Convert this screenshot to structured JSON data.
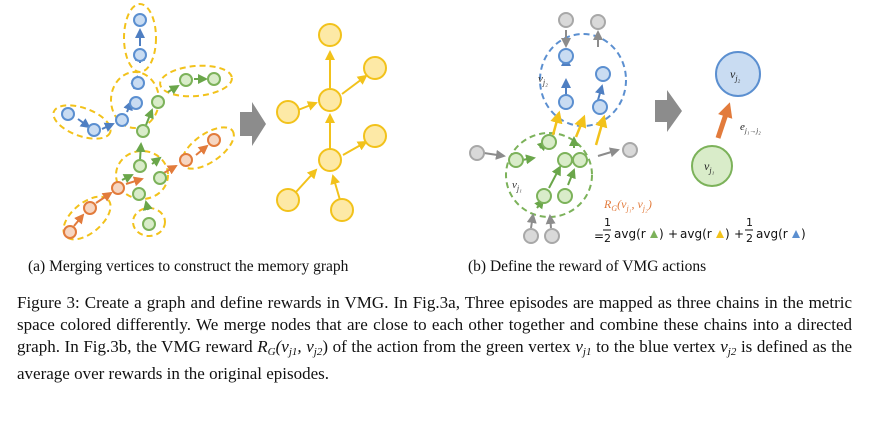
{
  "figure": {
    "panel_b": {
      "vertex_blue_label": "v",
      "vertex_blue_sub": "j₂",
      "vertex_green_label": "v",
      "vertex_green_sub": "j₁",
      "edge_label": "e",
      "edge_sub": "j₁→j₂",
      "reward_label": "R",
      "reward_label_sub": "G",
      "reward_args": "(v",
      "reward_args_sub1": "j₁",
      "reward_args_mid": ", v",
      "reward_args_sub2": "j₂",
      "reward_args_close": ")",
      "eq_sign": "=",
      "frac_num": "1",
      "frac_den": "2",
      "term1": "avg(r",
      "term_close": ")",
      "plus": "+",
      "term2": "avg(r",
      "term3": "avg(r"
    },
    "colors": {
      "blue": "#5b8fd0",
      "blue_fill": "#c9dcf2",
      "green": "#7cb25a",
      "green_fill": "#d9ecc9",
      "orange": "#e27b3c",
      "orange_fill": "#f6d6c2",
      "yellow": "#f2c21b",
      "yellow_fill": "#fde9a6",
      "gray": "#a8a8a8",
      "gray_fill": "#d9d9d9",
      "arrow_gray": "#8c8c8c"
    }
  },
  "subcaptions": {
    "a": "(a) Merging vertices to construct the memory graph",
    "b": "(b) Define the reward of VMG actions"
  },
  "caption": {
    "part1": "Figure 3: Create a graph and define rewards in VMG. In Fig.3a, Three episodes are mapped as three chains in the metric space colored differently. We merge nodes that are close to each other together and combine these chains into a directed graph. In Fig.3b, the VMG reward ",
    "math_r": "R",
    "math_r_sub": "G",
    "math_args_open": "(v",
    "math_sub1": "j1",
    "math_args_mid": ", v",
    "math_sub2": "j2",
    "math_args_close": ")",
    "part2": " of the action from the green vertex ",
    "math_v1": "v",
    "math_v1_sub": "j1",
    "part3": " to the blue vertex ",
    "math_v2": "v",
    "math_v2_sub": "j2",
    "part4": " is defined as the average over rewards in the original episodes."
  }
}
